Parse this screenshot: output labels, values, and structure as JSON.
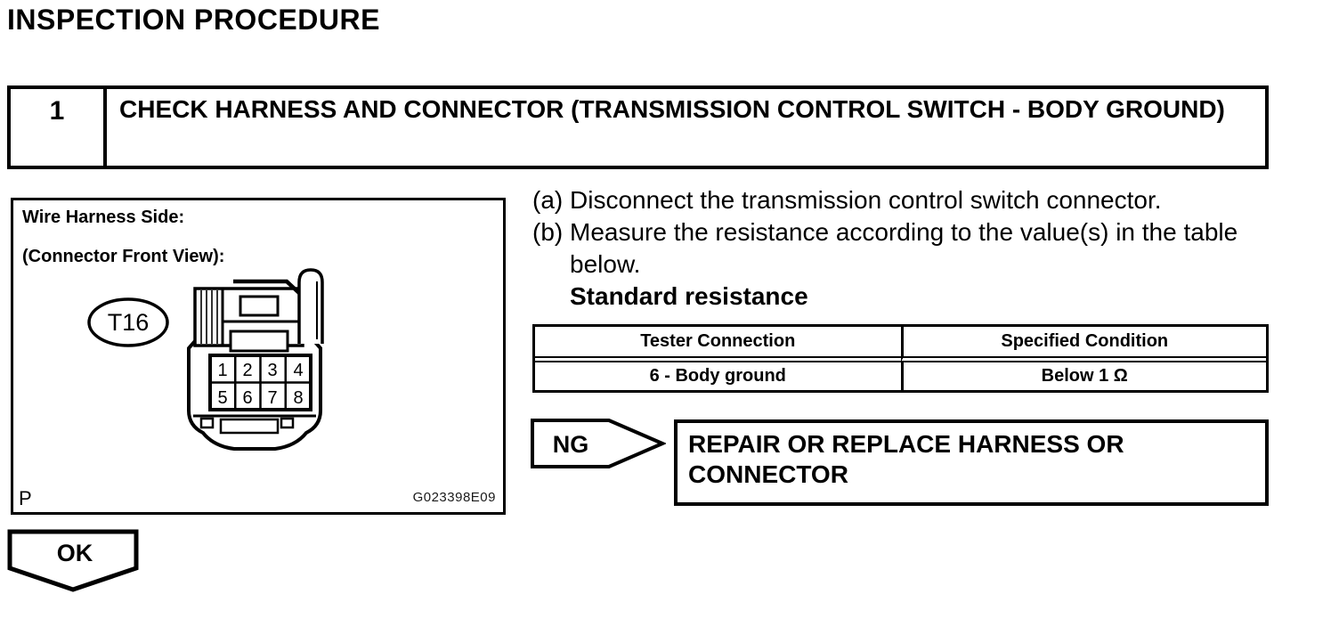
{
  "page": {
    "title": "INSPECTION PROCEDURE"
  },
  "step": {
    "number": "1",
    "title": "CHECK HARNESS AND CONNECTOR (TRANSMISSION CONTROL SWITCH - BODY GROUND)"
  },
  "figure": {
    "label_line1": "Wire Harness Side:",
    "label_line2": "(Connector Front View):",
    "connector_code": "T16",
    "pins": [
      "1",
      "2",
      "3",
      "4",
      "5",
      "6",
      "7",
      "8"
    ],
    "footer_left": "P",
    "figure_id": "G023398E09"
  },
  "instructions": [
    {
      "label": "(a)",
      "text": "Disconnect the transmission control switch connector."
    },
    {
      "label": "(b)",
      "text": "Measure the resistance according to the value(s) in the table below."
    }
  ],
  "standard_heading": "Standard resistance",
  "resistance_table": {
    "headers": [
      "Tester Connection",
      "Specified Condition"
    ],
    "rows": [
      {
        "tester_connection": "6 - Body ground",
        "specified_condition": "Below 1 Ω"
      }
    ]
  },
  "ng": {
    "label": "NG",
    "action": "REPAIR OR REPLACE HARNESS OR CONNECTOR"
  },
  "ok": {
    "label": "OK"
  },
  "colors": {
    "ink": "#000000",
    "background": "#ffffff"
  }
}
